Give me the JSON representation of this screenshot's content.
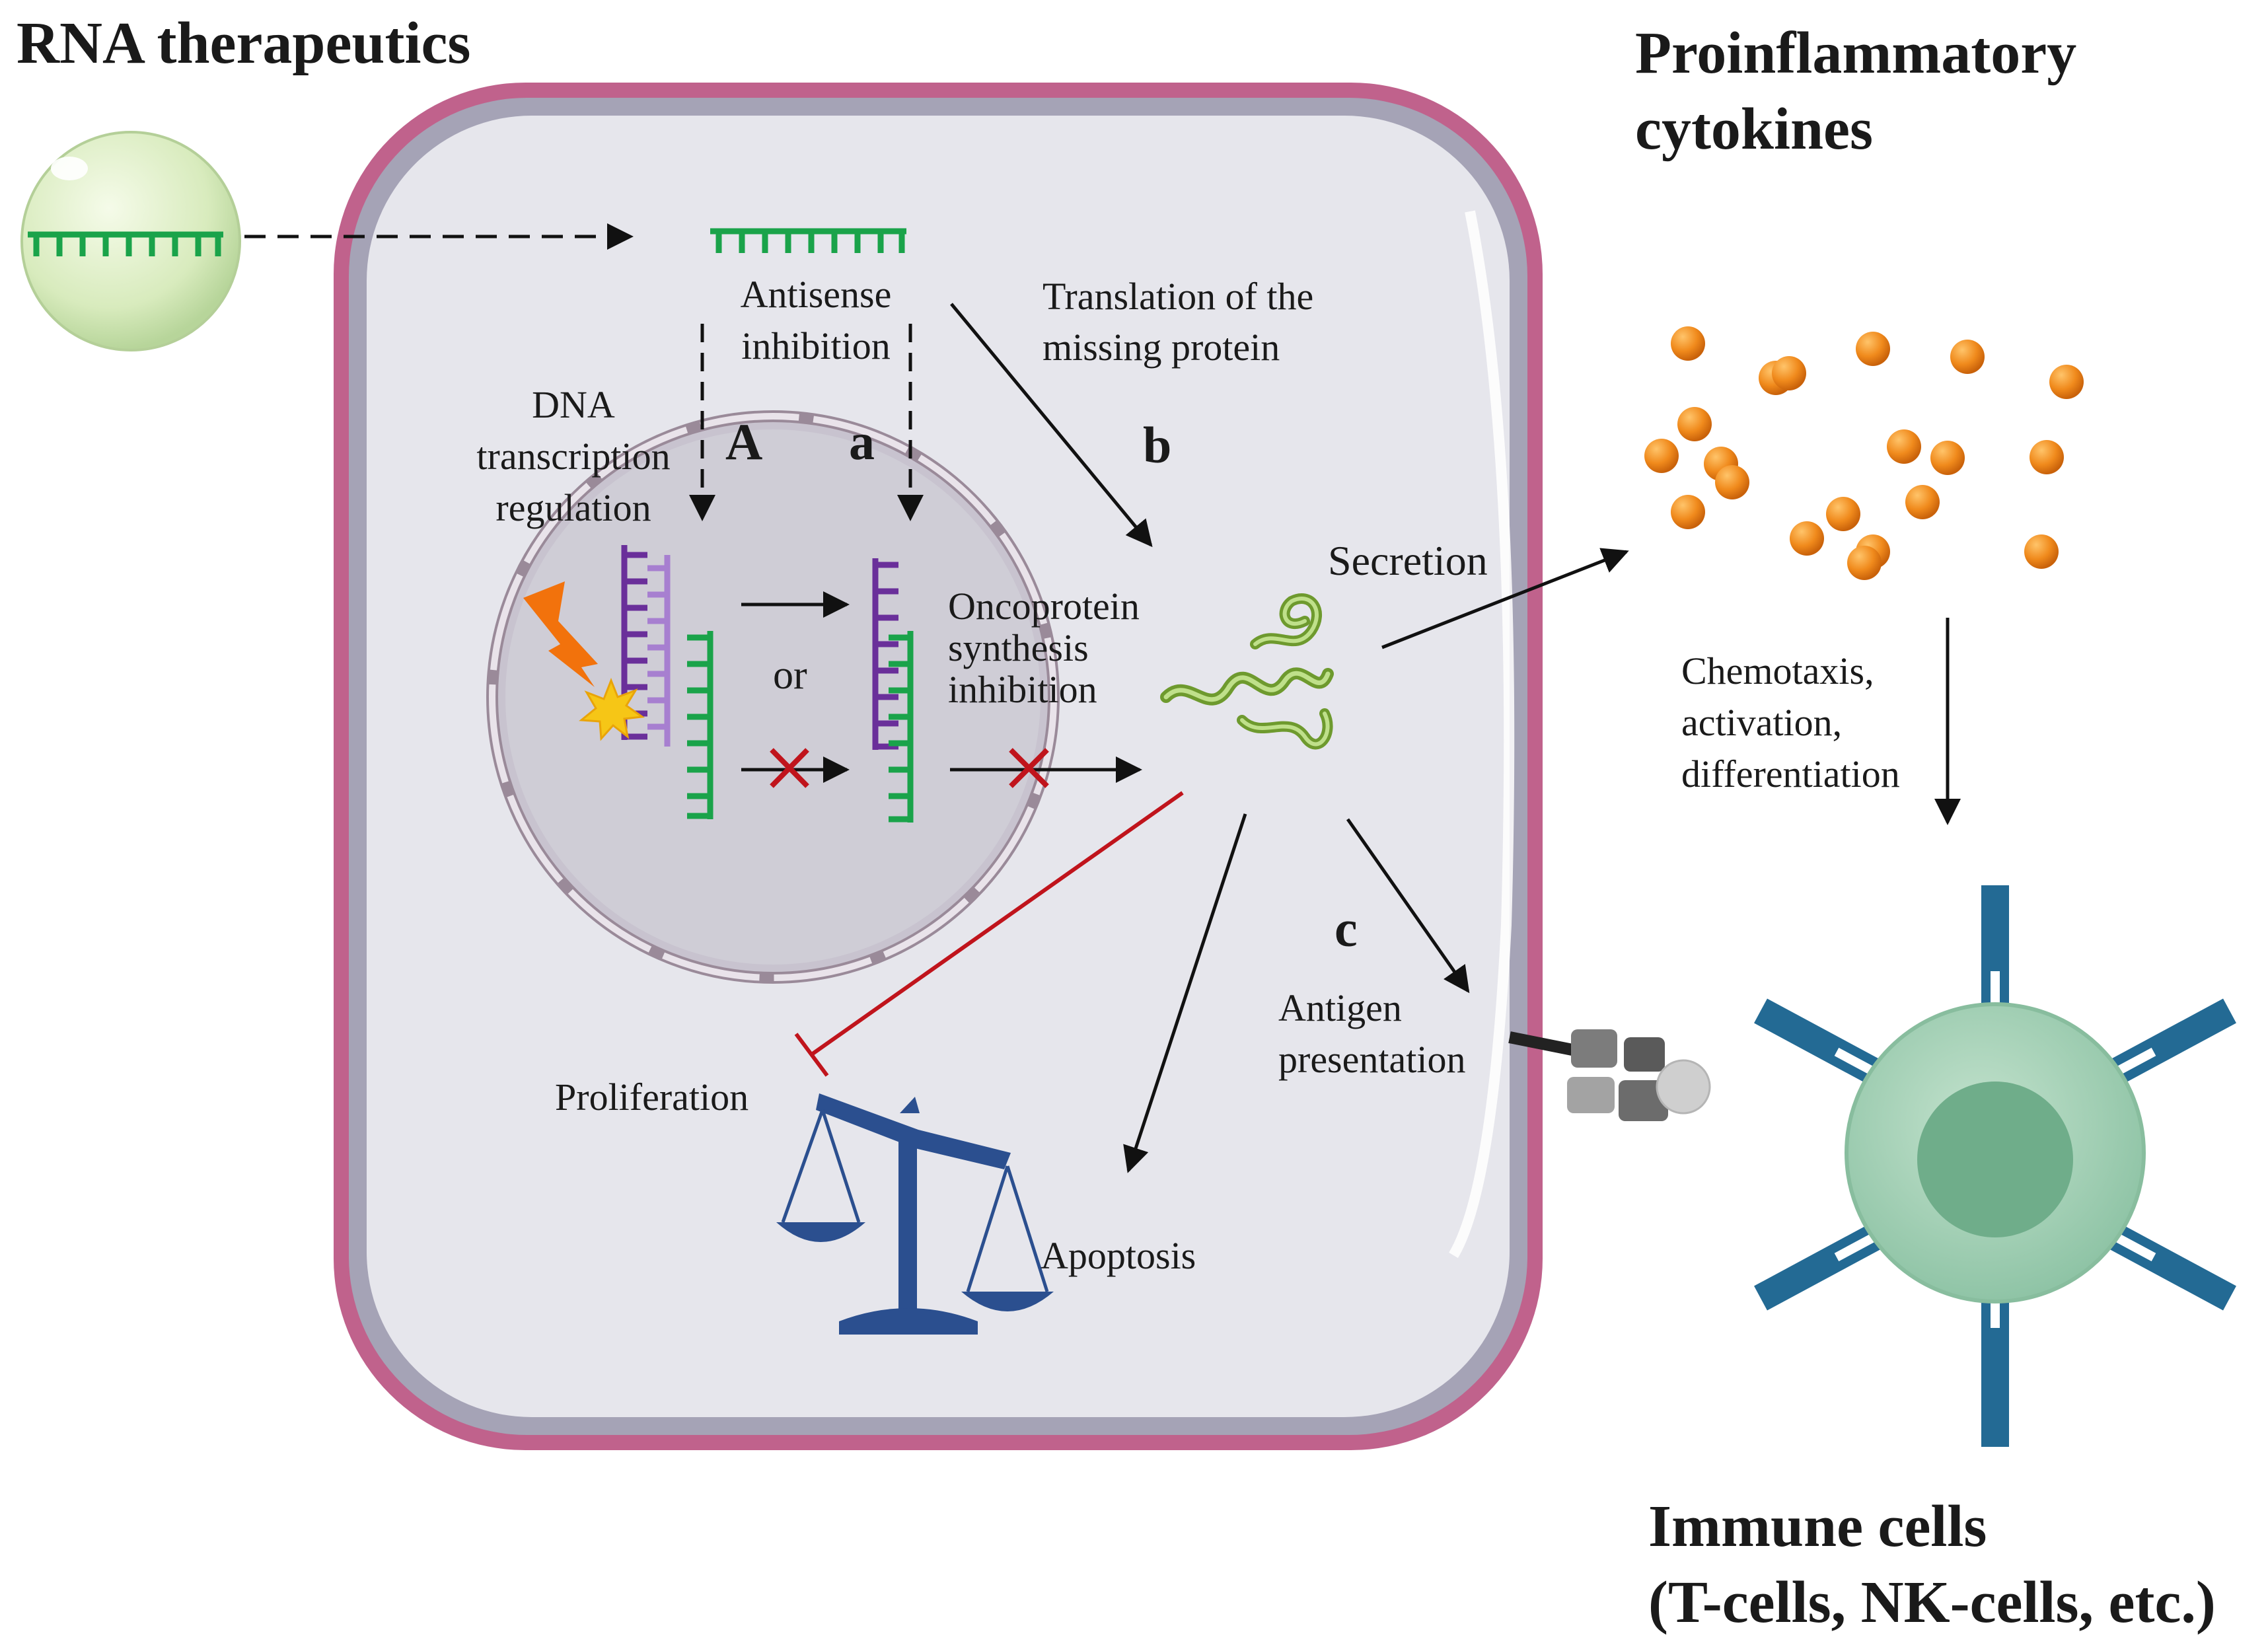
{
  "title_rna": "RNA therapeutics",
  "title_cytokines_line1": "Proinflammatory",
  "title_cytokines_line2": "cytokines",
  "title_immune_line1": "Immune cells",
  "title_immune_line2": "(T-cells, NK-cells, etc.)",
  "antisense_line1": "Antisense",
  "antisense_line2": "inhibition",
  "translation_line1": "Translation of the",
  "translation_line2": "missing protein",
  "dna_line1": "DNA",
  "dna_line2": "transcription",
  "dna_line3": "regulation",
  "label_A": "A",
  "label_a": "a",
  "label_b": "b",
  "label_c": "c",
  "or_label": "or",
  "oncoprotein_line1": "Oncoprotein",
  "oncoprotein_line2": "synthesis",
  "oncoprotein_line3": "inhibition",
  "secretion": "Secretion",
  "chemotaxis_line1": "Chemotaxis,",
  "chemotaxis_line2": "activation,",
  "chemotaxis_line3": "differentiation",
  "antigen_line1": "Antigen",
  "antigen_line2": "presentation",
  "proliferation": "Proliferation",
  "apoptosis": "Apoptosis",
  "colors": {
    "membrane": "#c0628c",
    "cytoplasm": "#e6e6ec",
    "nucleus": "#cfcdd6",
    "rna_green": "#1aa34a",
    "dna_purple": "#6a2f9a",
    "dna_light_purple": "#a77fd0",
    "cytokine_orange": "#f08a1c",
    "inhibit_red": "#c0141c",
    "protein_green": "#7aa63a",
    "scale_blue": "#2b4f8f",
    "immune_cell": "#a9d4bb",
    "receptor_blue": "#236a94"
  }
}
